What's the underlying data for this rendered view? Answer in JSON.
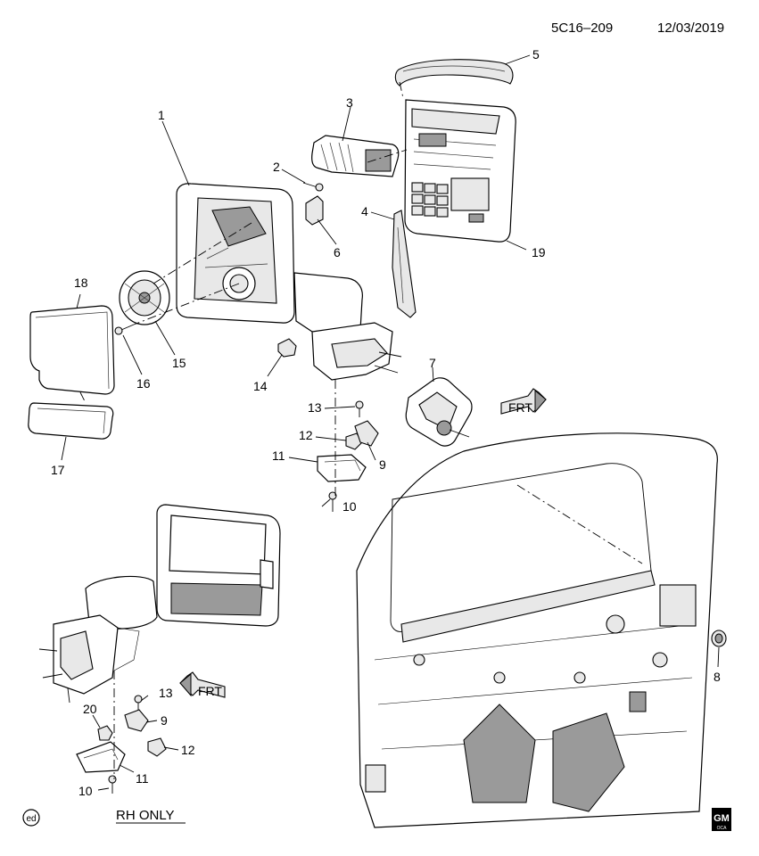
{
  "header": {
    "code": "5C16–209",
    "date": "12/03/2019"
  },
  "footer": {
    "ed_mark": "ed",
    "rh_only": "RH ONLY",
    "gm_logo": "GM",
    "gm_sub": "OCA"
  },
  "arrows": {
    "front_upper": "FRT",
    "front_lower": "FRT"
  },
  "callouts": {
    "c1": "1",
    "c2": "2",
    "c3": "3",
    "c4": "4",
    "c5": "5",
    "c6": "6",
    "c7": "7",
    "c8": "8",
    "c9a": "9",
    "c9b": "9",
    "c10a": "10",
    "c10b": "10",
    "c11a": "11",
    "c11b": "11",
    "c12a": "12",
    "c12b": "12",
    "c13a": "13",
    "c13b": "13",
    "c14": "14",
    "c15": "15",
    "c16": "16",
    "c17": "17",
    "c18": "18",
    "c19": "19",
    "c20": "20"
  }
}
